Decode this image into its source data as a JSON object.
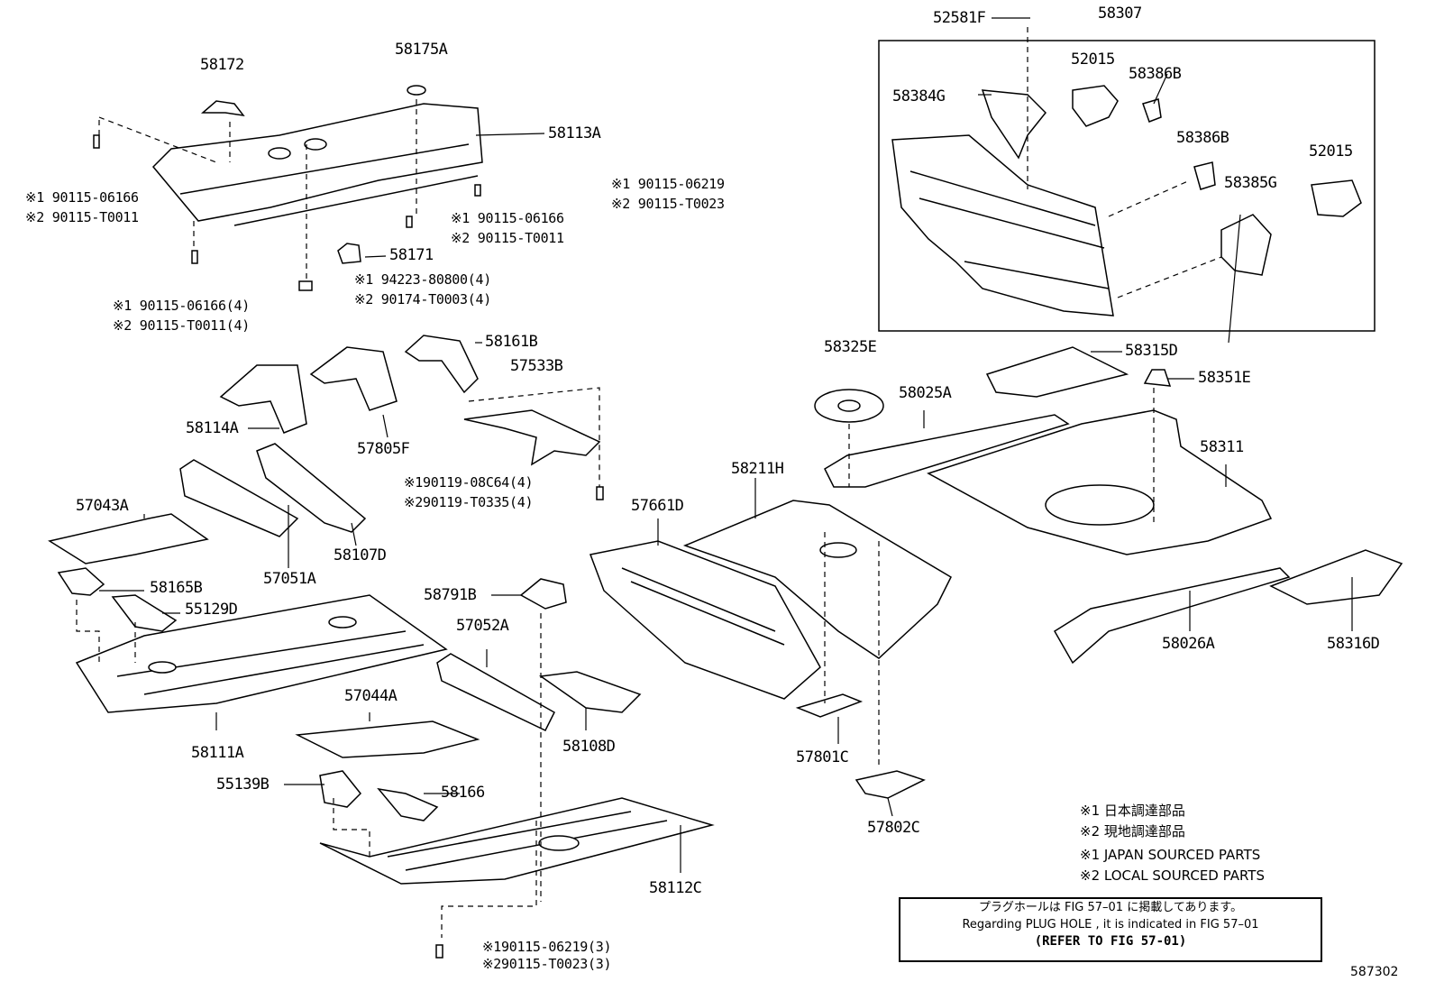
{
  "labels": {
    "p52581F": "52581F",
    "p58307": "58307",
    "p52015a": "52015",
    "p58386Ba": "58386B",
    "p58384G": "58384G",
    "p58386Bb": "58386B",
    "p52015b": "52015",
    "p58385G": "58385G",
    "p58172": "58172",
    "p58175A": "58175A",
    "p58113A": "58113A",
    "p58171": "58171",
    "p58161B": "58161B",
    "p57533B": "57533B",
    "p58114A": "58114A",
    "p57805F": "57805F",
    "p57043A": "57043A",
    "p57051A": "57051A",
    "p58107D": "58107D",
    "p58165B": "58165B",
    "p55129D": "55129D",
    "p58111A": "58111A",
    "p58791B": "58791B",
    "p57052A": "57052A",
    "p57044A": "57044A",
    "p58108D": "58108D",
    "p55139B": "55139B",
    "p58166": "58166",
    "p58112C": "58112C",
    "p58325E": "58325E",
    "p58315D": "58315D",
    "p58351E": "58351E",
    "p58025A": "58025A",
    "p58311": "58311",
    "p58211H": "58211H",
    "p57661D": "57661D",
    "p57801C": "57801C",
    "p57802C": "57802C",
    "p58026A": "58026A",
    "p58316D": "58316D"
  },
  "bolts": {
    "b1a": "※1 90115-06166",
    "b1b": "※2 90115-T0011",
    "b2a": "※1 90115-06219",
    "b2b": "※2 90115-T0023",
    "b3a": "※1 90115-06166",
    "b3b": "※2 90115-T0011",
    "b4a": "※1 94223-80800(4)",
    "b4b": "※2 90174-T0003(4)",
    "b5a": "※1 90115-06166(4)",
    "b5b": "※2 90115-T0011(4)",
    "b6a": "※190119-08C64(4)",
    "b6b": "※290119-T0335(4)",
    "b7a": "※190115-06219(3)",
    "b7b": "※290115-T0023(3)"
  },
  "legend": {
    "l1": "※1 日本調達部品",
    "l2": "※2 現地調達部品",
    "l3": "※1 JAPAN SOURCED PARTS",
    "l4": "※2 LOCAL SOURCED PARTS"
  },
  "note": {
    "line1": "プラグホールは FIG 57–01 に掲載してあります。",
    "line2": "Regarding PLUG HOLE , it is indicated in FIG 57–01",
    "line3": "(REFER TO FIG 57-01)"
  },
  "figure_number": "587302"
}
